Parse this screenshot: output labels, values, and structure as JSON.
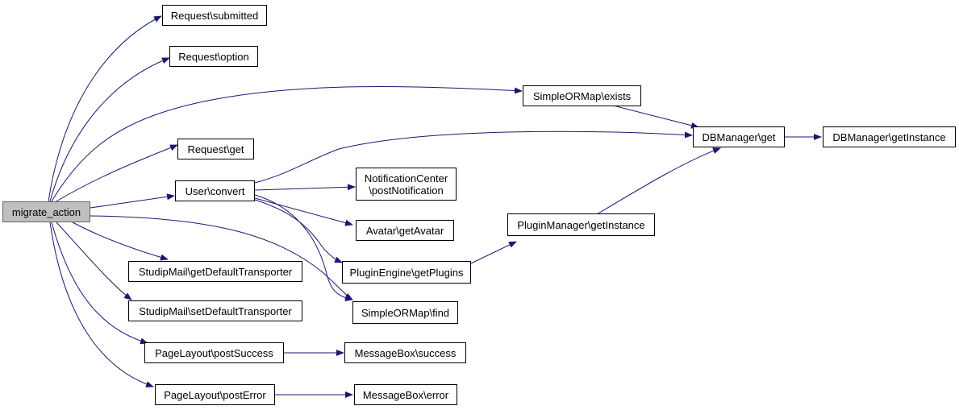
{
  "graph": {
    "colors": {
      "edge": "#191970",
      "node_border": "#000000",
      "root_fill": "#bfbfbf",
      "node_fill": "#ffffff"
    },
    "nodes": {
      "migrate_action": "migrate_action",
      "request_submitted": "Request\\submitted",
      "request_option": "Request\\option",
      "simpleormap_exists": "SimpleORMap\\exists",
      "dbmanager_get": "DBManager\\get",
      "dbmanager_getinstance": "DBManager\\getInstance",
      "request_get": "Request\\get",
      "user_convert": "User\\convert",
      "notificationcenter_line1": "NotificationCenter",
      "notificationcenter_line2": "\\postNotification",
      "avatar_getavatar": "Avatar\\getAvatar",
      "pluginmanager_getinstance": "PluginManager\\getInstance",
      "pluginengine_getplugins": "PluginEngine\\getPlugins",
      "studipmail_get": "StudipMail\\getDefaultTransporter",
      "studipmail_set": "StudipMail\\setDefaultTransporter",
      "simpleormap_find": "SimpleORMap\\find",
      "pagelayout_postsuccess": "PageLayout\\postSuccess",
      "messagebox_success": "MessageBox\\success",
      "pagelayout_posterror": "PageLayout\\postError",
      "messagebox_error": "MessageBox\\error"
    },
    "edges": [
      {
        "from": "migrate_action",
        "to": "request_submitted"
      },
      {
        "from": "migrate_action",
        "to": "request_option"
      },
      {
        "from": "migrate_action",
        "to": "simpleormap_exists"
      },
      {
        "from": "migrate_action",
        "to": "request_get"
      },
      {
        "from": "migrate_action",
        "to": "user_convert"
      },
      {
        "from": "migrate_action",
        "to": "studipmail_get"
      },
      {
        "from": "migrate_action",
        "to": "studipmail_set"
      },
      {
        "from": "migrate_action",
        "to": "simpleormap_find"
      },
      {
        "from": "migrate_action",
        "to": "pagelayout_postsuccess"
      },
      {
        "from": "migrate_action",
        "to": "pagelayout_posterror"
      },
      {
        "from": "simpleormap_exists",
        "to": "dbmanager_get"
      },
      {
        "from": "dbmanager_get",
        "to": "dbmanager_getinstance"
      },
      {
        "from": "user_convert",
        "to": "dbmanager_get"
      },
      {
        "from": "user_convert",
        "to": "notificationcenter"
      },
      {
        "from": "user_convert",
        "to": "avatar_getavatar"
      },
      {
        "from": "user_convert",
        "to": "pluginengine_getplugins"
      },
      {
        "from": "user_convert",
        "to": "simpleormap_find"
      },
      {
        "from": "pluginengine_getplugins",
        "to": "pluginmanager_getinstance"
      },
      {
        "from": "pluginmanager_getinstance",
        "to": "dbmanager_get"
      },
      {
        "from": "pagelayout_postsuccess",
        "to": "messagebox_success"
      },
      {
        "from": "pagelayout_posterror",
        "to": "messagebox_error"
      }
    ]
  }
}
